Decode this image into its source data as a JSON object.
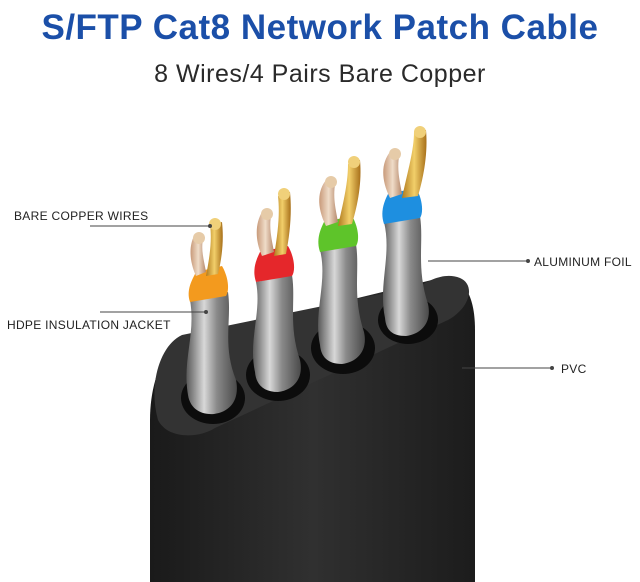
{
  "header": {
    "title": "S/FTP Cat8 Network Patch Cable",
    "subtitle": "8 Wires/4 Pairs Bare Copper"
  },
  "callouts": {
    "bare_copper": "BARE COPPER WIRES",
    "hdpe": "HDPE INSULATION JACKET",
    "aluminum": "ALUMINUM FOIL",
    "pvc": "PVC"
  },
  "colors": {
    "title": "#1b4fa8",
    "jacket": "#262626",
    "foil": "#8c8c8c",
    "copper": "#d9a53a",
    "pair_1": "#f39a1e",
    "pair_2": "#e5272b",
    "pair_3": "#5ec42a",
    "pair_4": "#1e8fe0"
  },
  "pairs": [
    {
      "name": "orange-pair",
      "color": "#f39a1e"
    },
    {
      "name": "red-pair",
      "color": "#e5272b"
    },
    {
      "name": "green-pair",
      "color": "#5ec42a"
    },
    {
      "name": "blue-pair",
      "color": "#1e8fe0"
    }
  ]
}
